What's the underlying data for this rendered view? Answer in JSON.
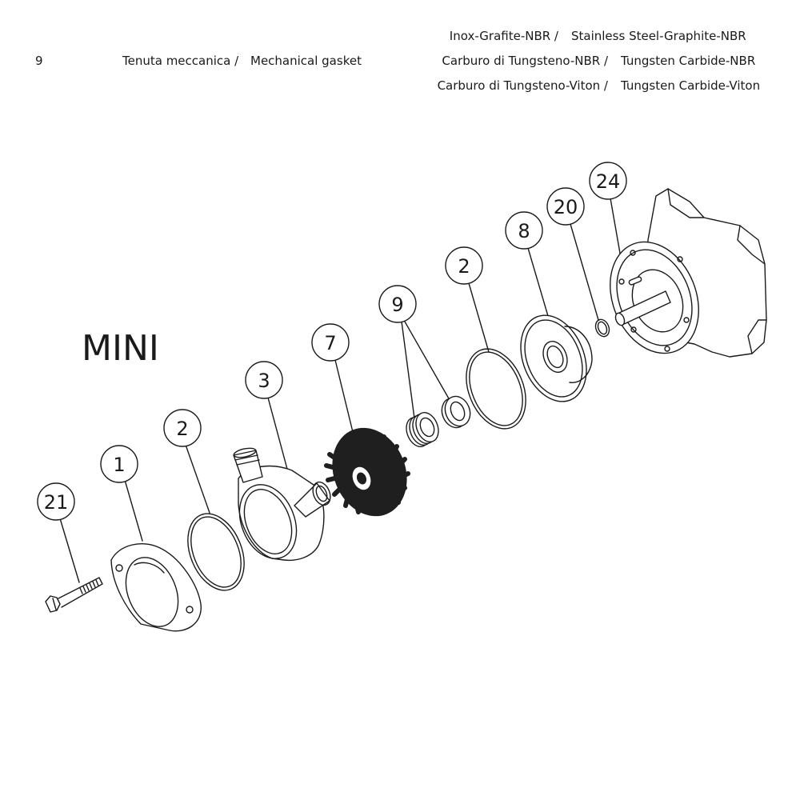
{
  "header": {
    "item_number": "9",
    "item_it": "Tenuta meccanica /",
    "item_en": "Mechanical gasket",
    "variants": [
      {
        "it": "Inox-Grafite-NBR /",
        "en": "Stainless Steel-Graphite-NBR"
      },
      {
        "it": "Carburo di Tungsteno-NBR /",
        "en": "Tungsten Carbide-NBR"
      },
      {
        "it": "Carburo di Tungsteno-Viton /",
        "en": "Tungsten Carbide-Viton"
      }
    ]
  },
  "model_title": "MINI",
  "callouts": [
    "21",
    "1",
    "2",
    "3",
    "7",
    "9",
    "2",
    "8",
    "20",
    "24"
  ]
}
